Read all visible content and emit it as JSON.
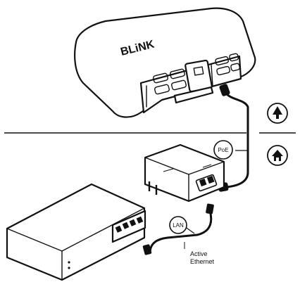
{
  "labels": {
    "poe": "PoE",
    "lan": "LAN",
    "active_ethernet_line1": "Active",
    "active_ethernet_line2": "Ethernet",
    "logo": "BLiNK"
  },
  "icons": {
    "outdoor": "tree-icon",
    "indoor": "house-icon"
  }
}
